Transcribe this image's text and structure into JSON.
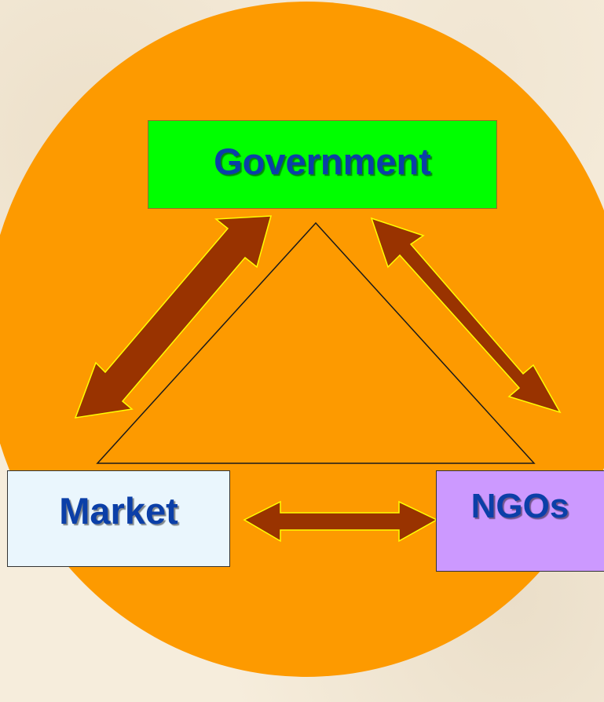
{
  "diagram": {
    "nodes": {
      "government": "Government",
      "market": "Market",
      "ngos": "NGOs"
    },
    "colors": {
      "background": "#f6eddc",
      "circle": "#fd9a00",
      "arrow_fill": "#993300",
      "arrow_stroke": "#ffff00",
      "government_box": "#00ff00",
      "market_box": "#eaf6fd",
      "ngos_box": "#cc99ff",
      "label_text": "#0b3fa8"
    },
    "edges": [
      {
        "from": "government",
        "to": "market",
        "type": "bidirectional-arrow"
      },
      {
        "from": "government",
        "to": "ngos",
        "type": "bidirectional-arrow"
      },
      {
        "from": "market",
        "to": "ngos",
        "type": "bidirectional-arrow"
      }
    ]
  }
}
